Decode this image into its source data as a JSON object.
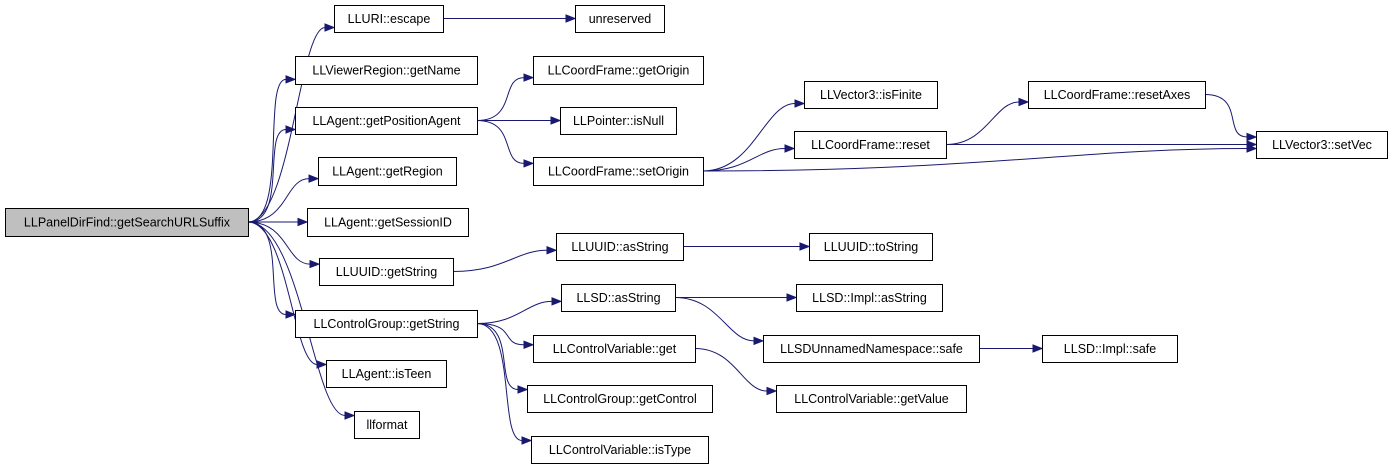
{
  "graph": {
    "nodes": [
      {
        "id": "root",
        "label": "LLPanelDirFind::getSearchURLSuffix",
        "root": true
      },
      {
        "id": "uri_escape",
        "label": "LLURI::escape"
      },
      {
        "id": "unreserved",
        "label": "unreserved"
      },
      {
        "id": "vr_getname",
        "label": "LLViewerRegion::getName"
      },
      {
        "id": "cf_getorigin",
        "label": "LLCoordFrame::getOrigin"
      },
      {
        "id": "ag_getposagent",
        "label": "LLAgent::getPositionAgent"
      },
      {
        "id": "ptr_isnull",
        "label": "LLPointer::isNull"
      },
      {
        "id": "v3_isfinite",
        "label": "LLVector3::isFinite"
      },
      {
        "id": "cf_resetaxes",
        "label": "LLCoordFrame::resetAxes"
      },
      {
        "id": "cf_reset",
        "label": "LLCoordFrame::reset"
      },
      {
        "id": "v3_setvec",
        "label": "LLVector3::setVec"
      },
      {
        "id": "cf_setorigin",
        "label": "LLCoordFrame::setOrigin"
      },
      {
        "id": "ag_getregion",
        "label": "LLAgent::getRegion"
      },
      {
        "id": "ag_getsessionid",
        "label": "LLAgent::getSessionID"
      },
      {
        "id": "uuid_asstring",
        "label": "LLUUID::asString"
      },
      {
        "id": "uuid_tostring",
        "label": "LLUUID::toString"
      },
      {
        "id": "uuid_getstring",
        "label": "LLUUID::getString"
      },
      {
        "id": "sd_asstring",
        "label": "LLSD::asString"
      },
      {
        "id": "sdimpl_asstring",
        "label": "LLSD::Impl::asString"
      },
      {
        "id": "cg_getstring",
        "label": "LLControlGroup::getString"
      },
      {
        "id": "cv_get",
        "label": "LLControlVariable::get"
      },
      {
        "id": "sdns_safe",
        "label": "LLSDUnnamedNamespace::safe"
      },
      {
        "id": "sdimpl_safe",
        "label": "LLSD::Impl::safe"
      },
      {
        "id": "ag_isteen",
        "label": "LLAgent::isTeen"
      },
      {
        "id": "cg_getcontrol",
        "label": "LLControlGroup::getControl"
      },
      {
        "id": "cv_getvalue",
        "label": "LLControlVariable::getValue"
      },
      {
        "id": "llformat",
        "label": "llformat"
      },
      {
        "id": "cv_istype",
        "label": "LLControlVariable::isType"
      }
    ],
    "edges": [
      [
        "root",
        "uri_escape"
      ],
      [
        "root",
        "vr_getname"
      ],
      [
        "root",
        "ag_getposagent"
      ],
      [
        "root",
        "ag_getregion"
      ],
      [
        "root",
        "ag_getsessionid"
      ],
      [
        "root",
        "uuid_getstring"
      ],
      [
        "root",
        "cg_getstring"
      ],
      [
        "root",
        "ag_isteen"
      ],
      [
        "root",
        "llformat"
      ],
      [
        "uri_escape",
        "unreserved"
      ],
      [
        "ag_getposagent",
        "cf_getorigin"
      ],
      [
        "ag_getposagent",
        "ptr_isnull"
      ],
      [
        "ag_getposagent",
        "cf_setorigin"
      ],
      [
        "cf_setorigin",
        "v3_isfinite"
      ],
      [
        "cf_setorigin",
        "cf_reset"
      ],
      [
        "cf_setorigin",
        "v3_setvec"
      ],
      [
        "cf_reset",
        "cf_resetaxes"
      ],
      [
        "cf_reset",
        "v3_setvec"
      ],
      [
        "cf_resetaxes",
        "v3_setvec"
      ],
      [
        "uuid_getstring",
        "uuid_asstring"
      ],
      [
        "uuid_asstring",
        "uuid_tostring"
      ],
      [
        "cg_getstring",
        "sd_asstring"
      ],
      [
        "cg_getstring",
        "cv_get"
      ],
      [
        "cg_getstring",
        "cg_getcontrol"
      ],
      [
        "cg_getstring",
        "cv_istype"
      ],
      [
        "sd_asstring",
        "sdimpl_asstring"
      ],
      [
        "sd_asstring",
        "sdns_safe"
      ],
      [
        "cv_get",
        "cv_getvalue"
      ],
      [
        "sdns_safe",
        "sdimpl_safe"
      ]
    ]
  }
}
